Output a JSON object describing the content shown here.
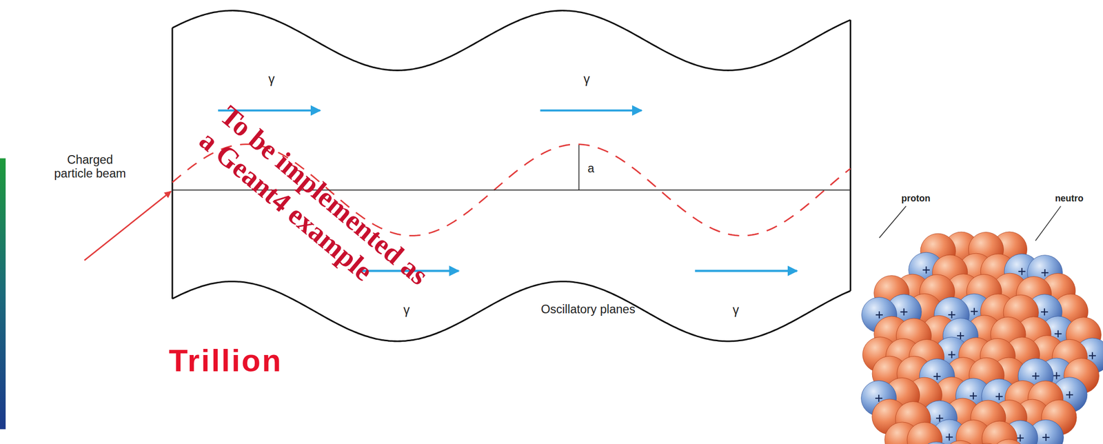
{
  "diagram": {
    "labels": [
      "Charged particle beam",
      "γ",
      "γ",
      "γ",
      "γ",
      "a",
      "Oscillatory planes",
      "To be implemented as a Geant4 example",
      "Trillion",
      "proton",
      "neutro"
    ]
  }
}
